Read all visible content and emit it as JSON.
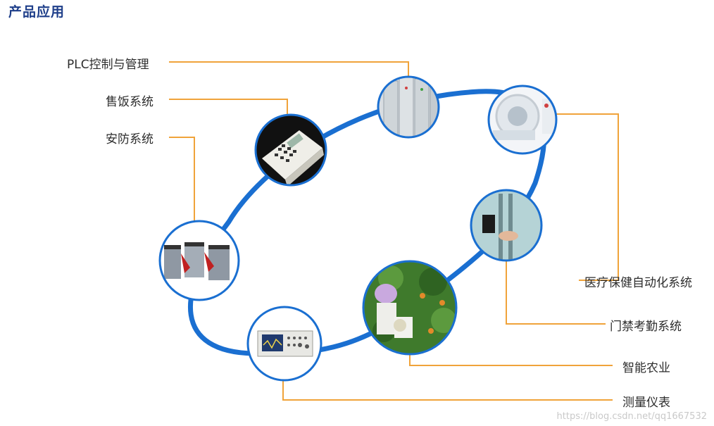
{
  "title": "产品应用",
  "colors": {
    "ring": "#1a6fd1",
    "leader": "#f0a33a",
    "title": "#1f3f8a",
    "circle_border": "#1a6fd1"
  },
  "applications": [
    {
      "label": "PLC控制与管理",
      "icon": "electrical-cabinet-icon"
    },
    {
      "label": "售饭系统",
      "icon": "pos-terminal-icon"
    },
    {
      "label": "安防系统",
      "icon": "security-gate-icon"
    },
    {
      "label": "医疗保健自动化系统",
      "icon": "medical-scanner-icon"
    },
    {
      "label": "门禁考勤系统",
      "icon": "card-reader-icon"
    },
    {
      "label": "智能农业",
      "icon": "agri-robot-icon"
    },
    {
      "label": "测量仪表",
      "icon": "oscilloscope-icon"
    }
  ],
  "watermark": "https://blog.csdn.net/qq1667532"
}
